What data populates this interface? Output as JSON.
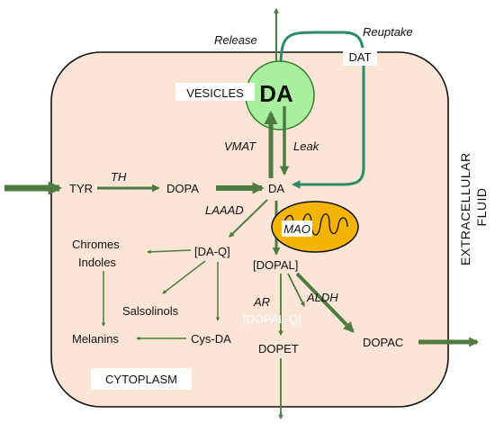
{
  "diagram": {
    "labels": {
      "release": "Release",
      "reuptake": "Reuptake",
      "dat": "DAT",
      "vesicles": "VESICLES",
      "da_big": "DA",
      "vmat": "VMAT",
      "leak": "Leak",
      "tyr": "TYR",
      "th": "TH",
      "dopa": "DOPA",
      "da": "DA",
      "laaad": "LAAAD",
      "mao": "MAO",
      "chromes": "Chromes",
      "indoles": "Indoles",
      "daq": "[DA-Q]",
      "dopal": "[DOPAL]",
      "salsolinols": "Salsolinols",
      "ar": "AR",
      "aldh": "ALDH",
      "dopalq": "[DOPAL-Q]",
      "melanins": "Melanins",
      "cysda": "Cys-DA",
      "dopet": "DOPET",
      "dopac": "DOPAC",
      "cytoplasm": "CYTOPLASM",
      "extracellular_line1": "EXTRACELLULAR",
      "extracellular_line2": "FLUID"
    },
    "colors": {
      "cell_fill": "#fbe5d6",
      "cell_stroke": "#111111",
      "arrow": "#4f7b40",
      "transporter": "#2e8b68",
      "vesicle_fill": "#a9ef9f",
      "vesicle_stroke": "#2f7a2a",
      "mito_fill": "#f5b400",
      "mito_stroke": "#111111"
    }
  }
}
